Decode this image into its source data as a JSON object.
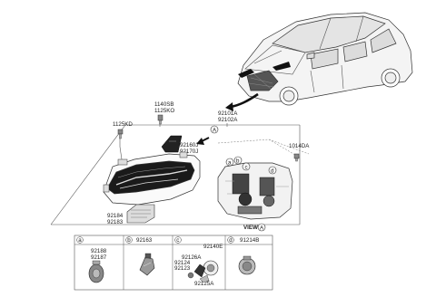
{
  "labels": {
    "car_part": [
      "92101A",
      "92102A"
    ],
    "bolt_top": [
      "1140SB",
      "1125KO"
    ],
    "bolt_left": "1125KD",
    "bracket": [
      "92160J",
      "92170J"
    ],
    "screw_right": "1014DA",
    "module": [
      "92184",
      "92183"
    ],
    "view": "VIEW",
    "callout_a": "A",
    "subs": [
      "a",
      "b",
      "c",
      "d"
    ]
  },
  "panels": [
    {
      "letter": "a",
      "parts": [
        "92188",
        "92187"
      ]
    },
    {
      "letter": "b",
      "parts": [
        "92163"
      ]
    },
    {
      "letter": "c",
      "parts": [
        "92140E",
        "92126A",
        "92124",
        "92123",
        "92125A"
      ]
    },
    {
      "letter": "d",
      "parts": [
        "91214B"
      ]
    }
  ]
}
